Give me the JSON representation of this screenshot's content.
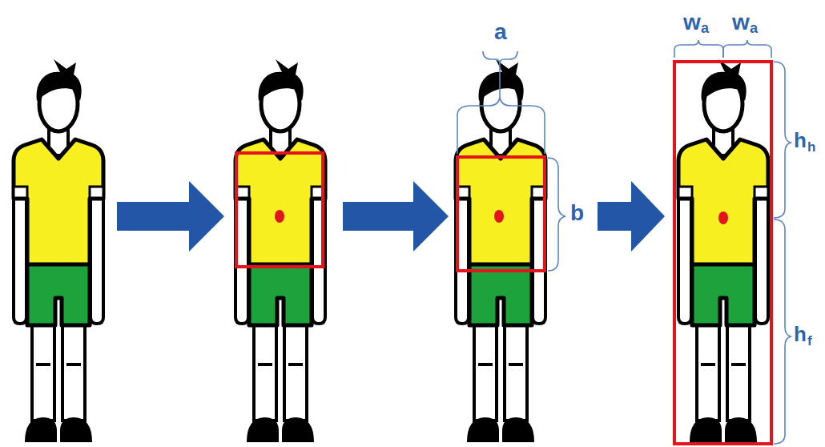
{
  "diagram": {
    "labels": [
      "a",
      "b",
      "w",
      "a",
      "w",
      "a",
      "h",
      "h",
      "h",
      "f"
    ]
  }
}
